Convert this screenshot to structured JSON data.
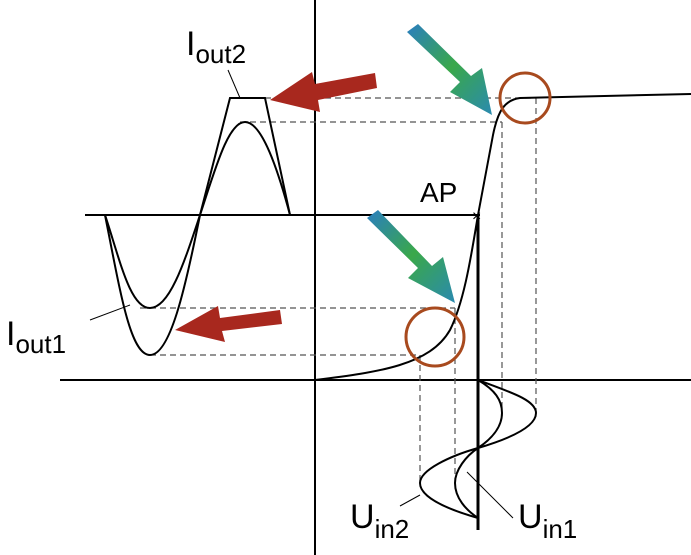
{
  "labels": {
    "iout2": {
      "main": "I",
      "sub": "out2"
    },
    "iout1": {
      "main": "I",
      "sub": "out1"
    },
    "uin2": {
      "main": "U",
      "sub": "in2"
    },
    "uin1": {
      "main": "U",
      "sub": "in1"
    },
    "ap": "AP",
    "ap_marker": "×"
  },
  "colors": {
    "red_arrow": "#a8281e",
    "circle": "#a84a1e",
    "green_arrow": "#3aa84a",
    "blue_arrow": "#2a7ec0"
  }
}
